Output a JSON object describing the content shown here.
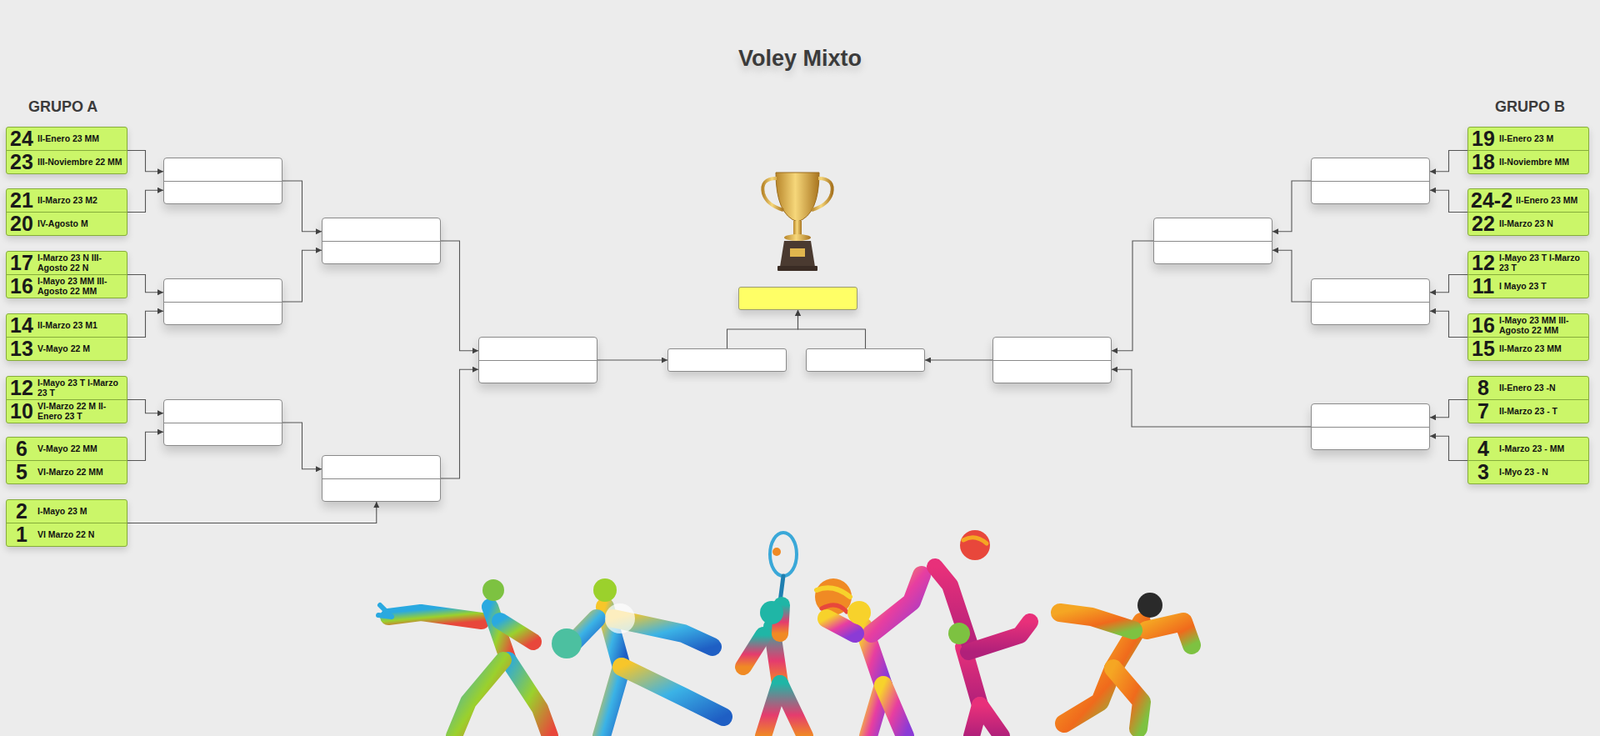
{
  "diagram": {
    "title": "Voley Mixto",
    "nodes": [
      {
        "text": [
          "24",
          "II-Enero 23 MM",
          "23",
          "III-Noviembre 22 MM"
        ]
      },
      {
        "text": [
          "21",
          "II-Marzo 23 M2",
          "20",
          "IV-Agosto M"
        ]
      },
      {
        "text": [
          "17",
          "I-Marzo 23 N III-Agosto 22 N",
          "16",
          "I-Mayo 23 MM III-Agosto 22 MM"
        ]
      },
      {
        "text": [
          "14",
          "II-Marzo 23 M1",
          "13",
          "V-Mayo 22 M"
        ]
      },
      {
        "text": [
          "12",
          "I-Mayo 23 T I-Marzo 23 T",
          "10",
          "VI-Marzo 22 M II-Enero 23 T"
        ]
      },
      {
        "text": [
          "6",
          "V-Mayo 22 MM",
          "5",
          "VI-Marzo 22 MM"
        ]
      },
      {
        "text": [
          "2",
          "I-Mayo 23 M",
          "1",
          "VI Marzo 22 N"
        ]
      },
      {
        "text": []
      },
      {
        "text": []
      },
      {
        "text": []
      },
      {
        "text": []
      },
      {
        "text": []
      },
      {
        "text": []
      },
      {
        "text": []
      },
      {
        "text": []
      },
      {
        "text": []
      },
      {
        "text": []
      },
      {
        "text": []
      },
      {
        "text": []
      },
      {
        "text": []
      },
      {
        "text": []
      },
      {
        "text": [
          "19",
          "II-Enero 23 M",
          "18",
          "II-Noviembre MM"
        ]
      },
      {
        "text": [
          "24-2",
          "II-Enero 23 MM",
          "22",
          "II-Marzo 23 N"
        ]
      },
      {
        "text": [
          "12",
          "I-Mayo 23 T I-Marzo 23 T",
          "11",
          "I Mayo 23 T"
        ]
      },
      {
        "text": [
          "16",
          "I-Mayo 23 MM III-Agosto 22 MM",
          "15",
          "II-Marzo 23 MM"
        ]
      },
      {
        "text": [
          "8",
          "II-Enero 23 -N",
          "7",
          "II-Marzo 23 - T"
        ]
      },
      {
        "text": [
          "4",
          "I-Marzo 23 - MM",
          "3",
          "I-Myo 23 - N"
        ]
      }
    ],
    "edges": [
      {
        "from": 0,
        "to": 7,
        "arrow": "to"
      },
      {
        "from": 1,
        "to": 7,
        "arrow": "to"
      },
      {
        "from": 2,
        "to": 8,
        "arrow": "to"
      },
      {
        "from": 3,
        "to": 8,
        "arrow": "to"
      },
      {
        "from": 4,
        "to": 9,
        "arrow": "to"
      },
      {
        "from": 5,
        "to": 9,
        "arrow": "to"
      },
      {
        "from": 6,
        "to": 11,
        "arrow": "to"
      },
      {
        "from": 7,
        "to": 10,
        "arrow": "to"
      },
      {
        "from": 8,
        "to": 10,
        "arrow": "to"
      },
      {
        "from": 9,
        "to": 11,
        "arrow": "to"
      },
      {
        "from": 10,
        "to": 12,
        "arrow": "to"
      },
      {
        "from": 11,
        "to": 12,
        "arrow": "to"
      },
      {
        "from": 12,
        "to": 14,
        "arrow": "to"
      },
      {
        "from": 14,
        "to": 13,
        "arrow": "to"
      },
      {
        "from": 15,
        "to": 13,
        "arrow": "to"
      },
      {
        "from": 16,
        "to": 15,
        "arrow": "to"
      },
      {
        "from": 17,
        "to": 16,
        "arrow": "to"
      },
      {
        "from": 20,
        "to": 16,
        "arrow": "to"
      },
      {
        "from": 18,
        "to": 17,
        "arrow": "to"
      },
      {
        "from": 19,
        "to": 17,
        "arrow": "to"
      },
      {
        "from": 21,
        "to": 18,
        "arrow": "to"
      },
      {
        "from": 22,
        "to": 18,
        "arrow": "to"
      },
      {
        "from": 23,
        "to": 19,
        "arrow": "to"
      },
      {
        "from": 24,
        "to": 19,
        "arrow": "to"
      },
      {
        "from": 25,
        "to": 20,
        "arrow": "to"
      },
      {
        "from": 26,
        "to": 20,
        "arrow": "to"
      }
    ],
    "labels": [
      "GRUPO A",
      "GRUPO B"
    ]
  }
}
